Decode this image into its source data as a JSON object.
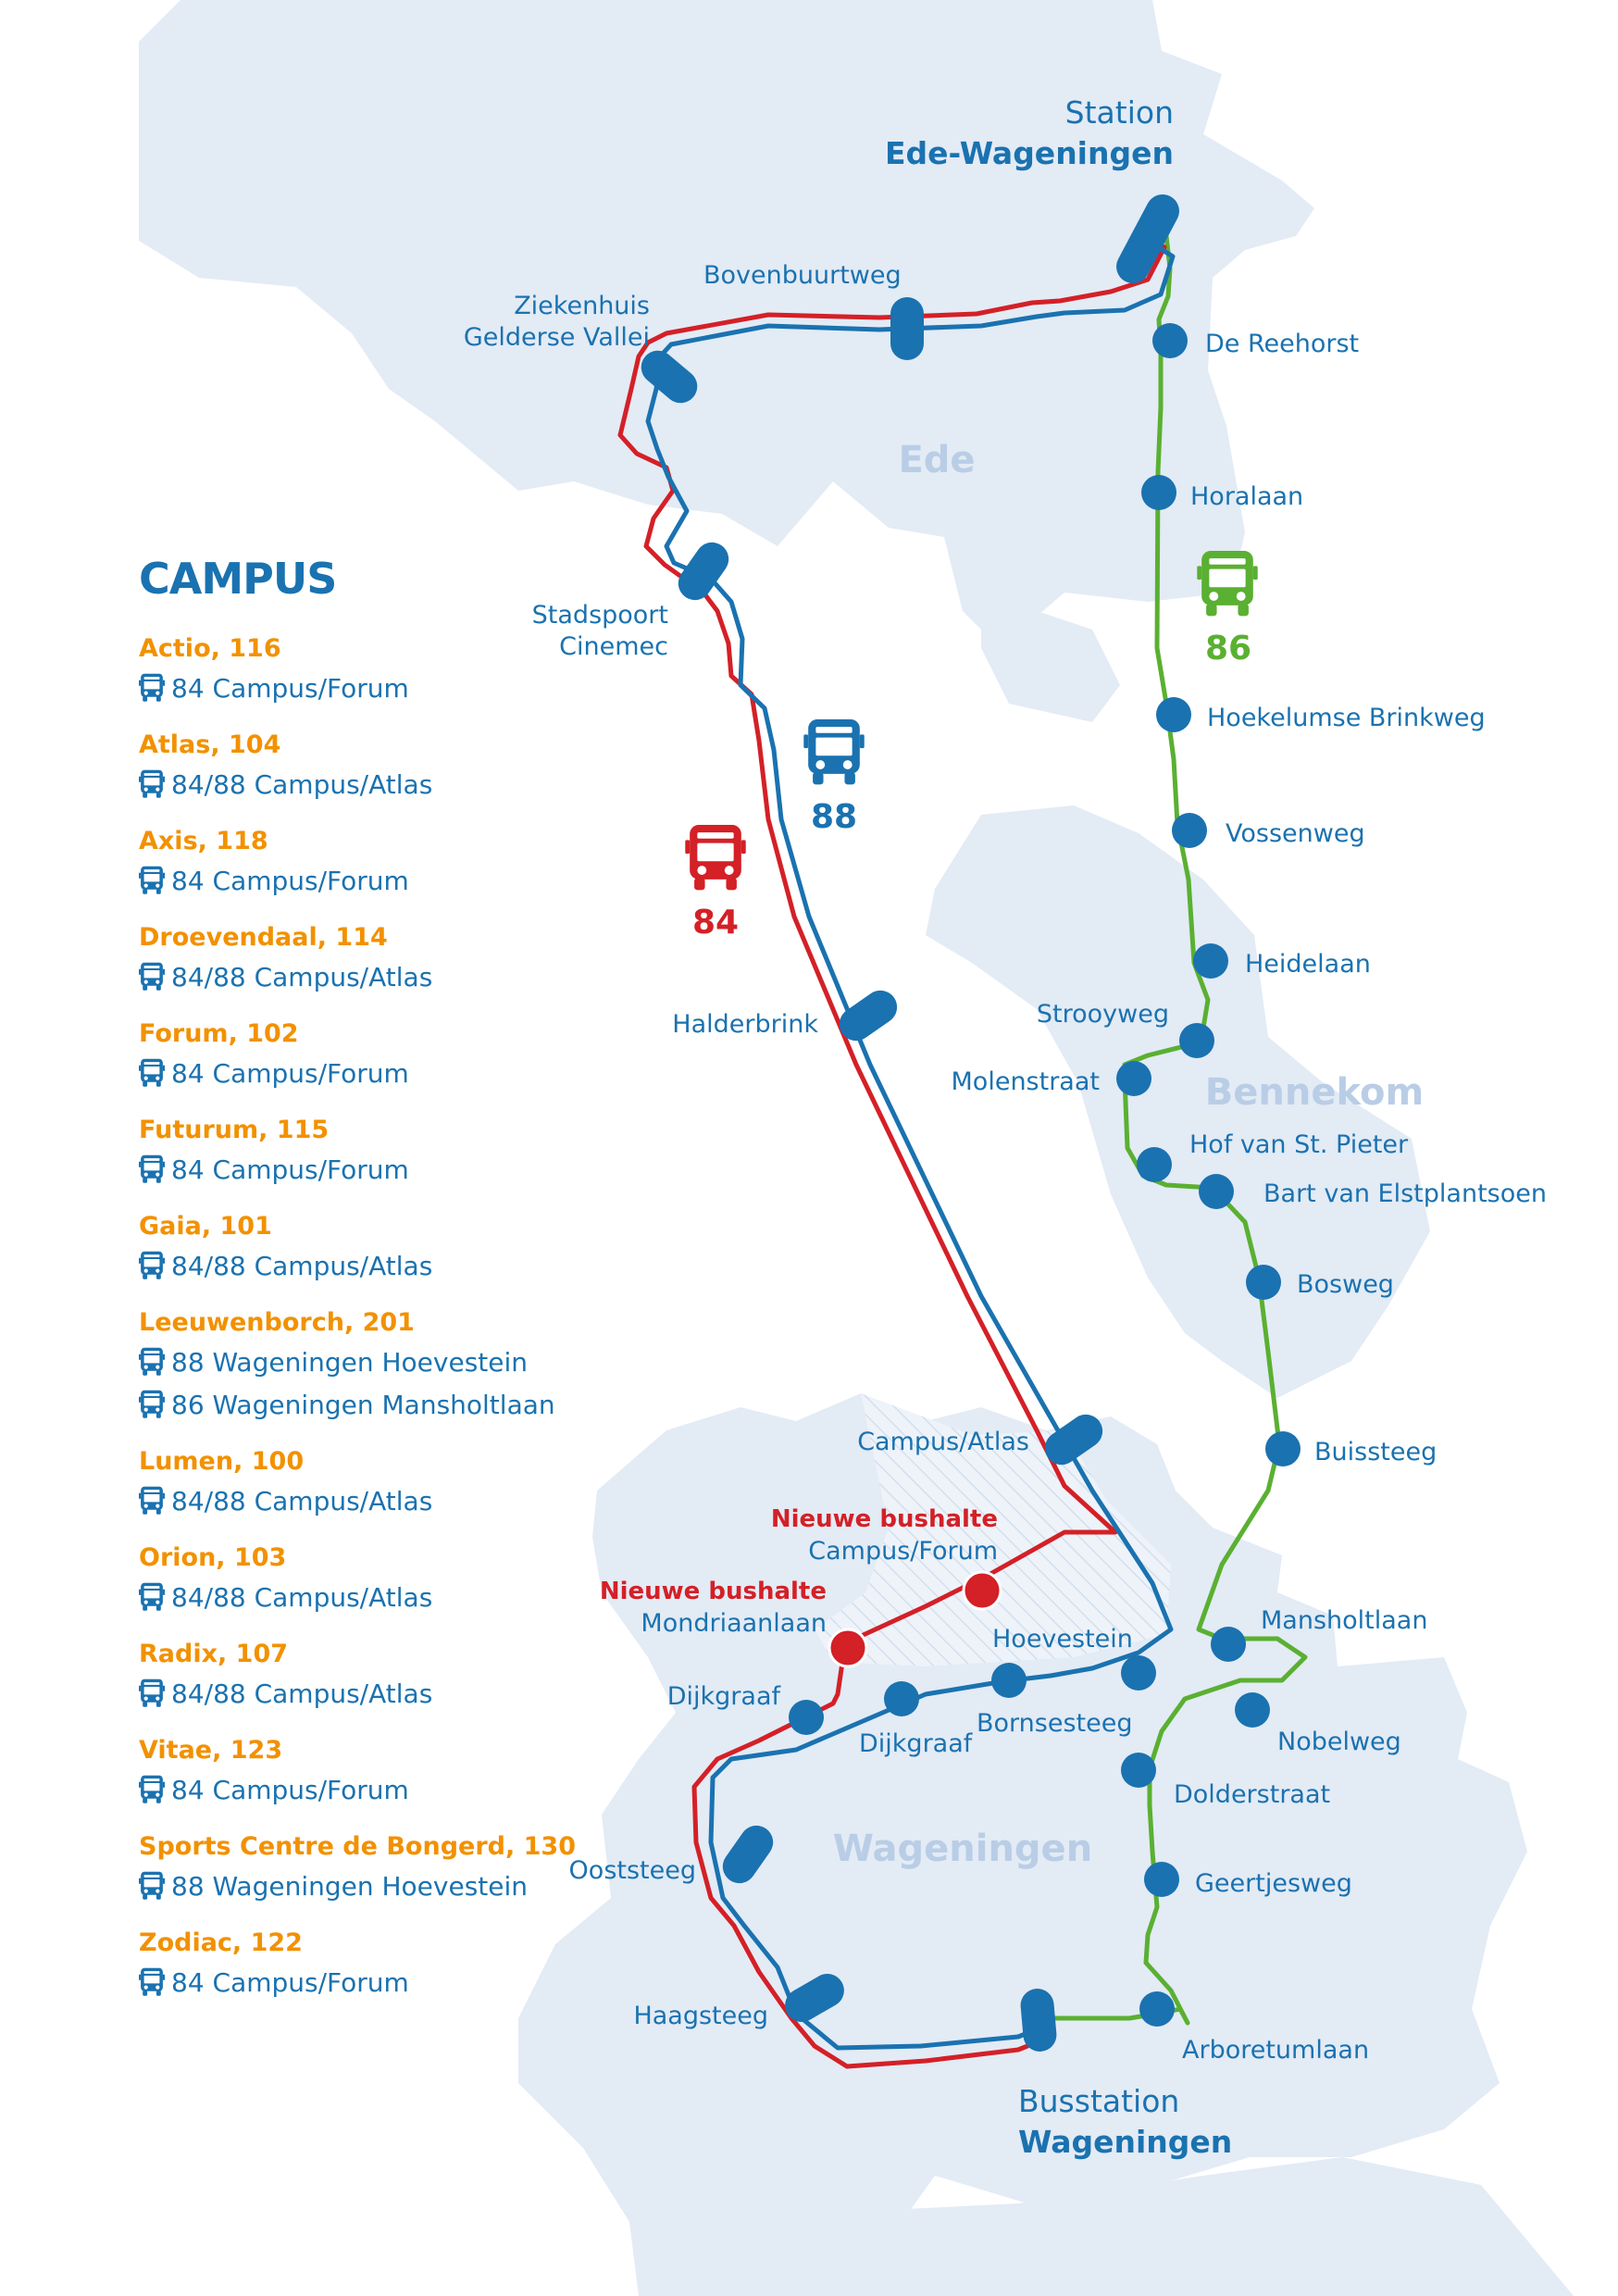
{
  "colors": {
    "route_84": "#d42027",
    "route_88": "#1a72b0",
    "route_86": "#5ab031",
    "land": "#e3ebf5",
    "town_label": "#b9cde6",
    "building_name": "#f29100",
    "new_stop_label": "#d42027"
  },
  "icons": {
    "route_badge": "bus-icon",
    "stop": "stop-dot-icon",
    "major_stop": "capsule-stop-icon"
  },
  "stations": {
    "ede": {
      "line1": "Station",
      "line2": "Ede-Wageningen"
    },
    "wageningen": {
      "line1": "Busstation",
      "line2": "Wageningen"
    }
  },
  "towns": {
    "ede": "Ede",
    "bennekom": "Bennekom",
    "wageningen": "Wageningen"
  },
  "routes": {
    "r84": "84",
    "r88": "88",
    "r86": "86"
  },
  "stops": {
    "bovenbuurtweg": "Bovenbuurtweg",
    "ziekenhuis_1": "Ziekenhuis",
    "ziekenhuis_2": "Gelderse Vallei",
    "de_reehorst": "De Reehorst",
    "horalaan": "Horalaan",
    "stadspoort_1": "Stadspoort",
    "stadspoort_2": "Cinemec",
    "hoekelumse_brinkweg": "Hoekelumse Brinkweg",
    "vossenweg": "Vossenweg",
    "heidelaan": "Heidelaan",
    "strooyweg": "Strooyweg",
    "halderbrink": "Halderbrink",
    "molenstraat": "Molenstraat",
    "hof_van_st_pieter": "Hof van St. Pieter",
    "bart_van_elstplantsoen": "Bart van Elstplantsoen",
    "bosweg": "Bosweg",
    "buissteeg": "Buissteeg",
    "campus_atlas": "Campus/Atlas",
    "new_label_1": "Nieuwe bushalte",
    "campus_forum": "Campus/Forum",
    "new_label_2": "Nieuwe bushalte",
    "mondriaanlaan": "Mondriaanlaan",
    "hoevestein": "Hoevestein",
    "mansholtlaan": "Mansholtlaan",
    "dijkgraaf_west": "Dijkgraaf",
    "dijkgraaf_east": "Dijkgraaf",
    "bornsesteeg": "Bornsesteeg",
    "nobelweg": "Nobelweg",
    "dolderstraat": "Dolderstraat",
    "ooststeeg": "Ooststeeg",
    "geertjesweg": "Geertjesweg",
    "haagsteeg": "Haagsteeg",
    "arboretumlaan": "Arboretumlaan"
  },
  "campus": {
    "title": "CAMPUS",
    "entries": [
      {
        "name": "Actio, 116",
        "lines": [
          "84 Campus/Forum"
        ]
      },
      {
        "name": "Atlas, 104",
        "lines": [
          "84/88 Campus/Atlas"
        ]
      },
      {
        "name": "Axis, 118",
        "lines": [
          "84 Campus/Forum"
        ]
      },
      {
        "name": "Droevendaal, 114",
        "lines": [
          "84/88 Campus/Atlas"
        ]
      },
      {
        "name": "Forum, 102",
        "lines": [
          "84 Campus/Forum"
        ]
      },
      {
        "name": "Futurum, 115",
        "lines": [
          "84 Campus/Forum"
        ]
      },
      {
        "name": "Gaia, 101",
        "lines": [
          "84/88 Campus/Atlas"
        ]
      },
      {
        "name": "Leeuwenborch, 201",
        "lines": [
          "88 Wageningen Hoevestein",
          "86 Wageningen Mansholtlaan"
        ]
      },
      {
        "name": "Lumen, 100",
        "lines": [
          "84/88 Campus/Atlas"
        ]
      },
      {
        "name": "Orion, 103",
        "lines": [
          "84/88 Campus/Atlas"
        ]
      },
      {
        "name": "Radix, 107",
        "lines": [
          "84/88 Campus/Atlas"
        ]
      },
      {
        "name": "Vitae, 123",
        "lines": [
          "84 Campus/Forum"
        ]
      },
      {
        "name": "Sports Centre de Bongerd, 130",
        "lines": [
          "88 Wageningen Hoevestein"
        ]
      },
      {
        "name": "Zodiac, 122",
        "lines": [
          "84 Campus/Forum"
        ]
      }
    ]
  }
}
